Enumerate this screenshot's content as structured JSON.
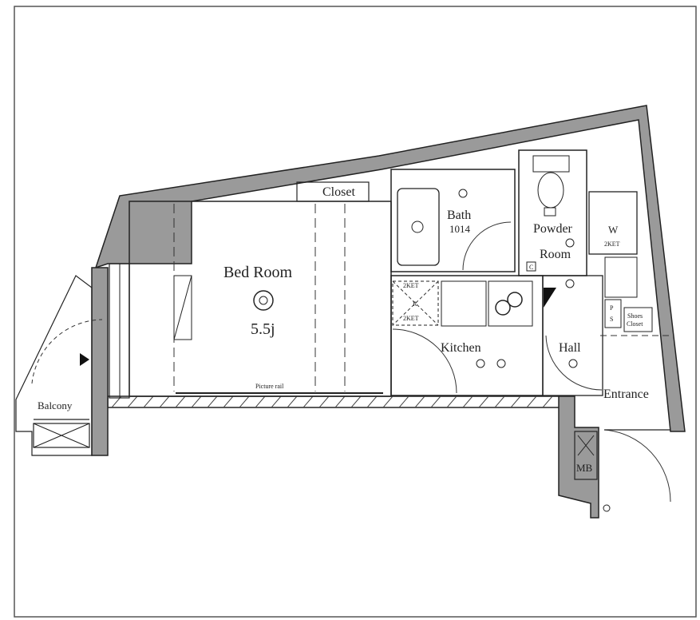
{
  "rooms": {
    "bedroom": {
      "name": "Bed Room",
      "area": "5.5j"
    },
    "closet": "Closet",
    "bath": {
      "name": "Bath",
      "size": "1014"
    },
    "powder_room": {
      "line1": "Powder",
      "line2": "Room"
    },
    "kitchen": "Kitchen",
    "hall": "Hall",
    "entrance": "Entrance",
    "balcony": "Balcony",
    "mb": "MB",
    "ps": {
      "line1": "P",
      "line2": "S"
    },
    "shoes_closet": {
      "line1": "Shoes",
      "line2": "Closet"
    }
  },
  "labels": {
    "picture_rail": "Picture rail",
    "washer": "W",
    "c_mark": "C",
    "r_mark": "R",
    "two_ket_top": "2KET",
    "two_ket_bottom": "2KET",
    "two_ket_wash": "2KET"
  },
  "colors": {
    "wall_fill": "#9a9a9a",
    "line": "#222222",
    "frame": "#555555"
  }
}
